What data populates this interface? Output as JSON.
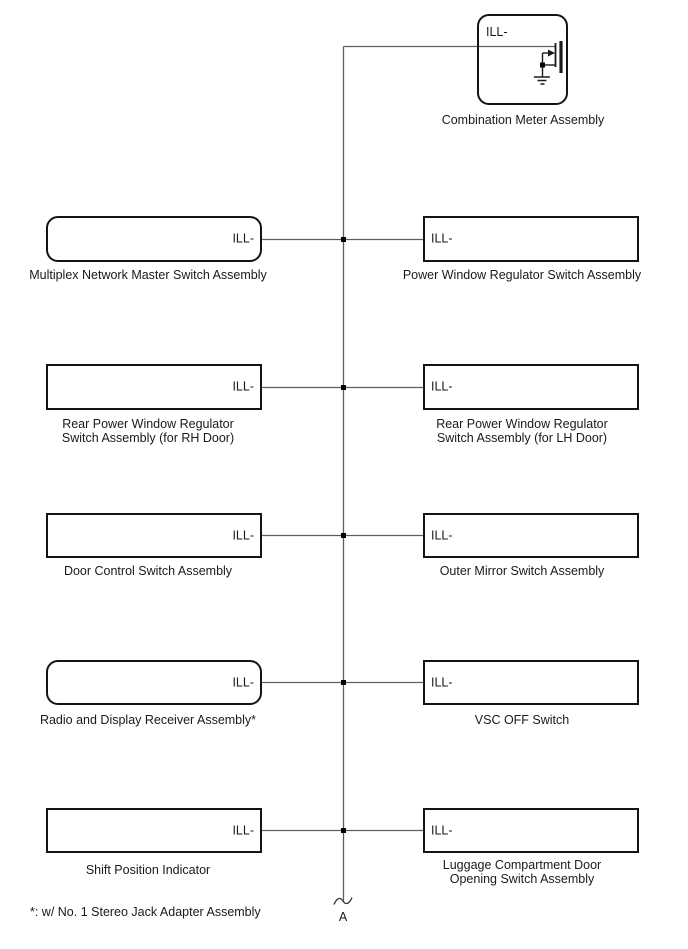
{
  "diagram": {
    "footnote": "*: w/ No. 1 Stereo Jack Adapter Assembly",
    "connector": {
      "label": "A"
    },
    "top_node": {
      "pin": "ILL-",
      "caption": "Combination Meter Assembly"
    },
    "left_nodes": [
      {
        "pin": "ILL-",
        "caption_lines": [
          "Multiplex Network Master Switch Assembly"
        ]
      },
      {
        "pin": "ILL-",
        "caption_lines": [
          "Rear Power Window Regulator",
          "Switch Assembly (for RH Door)"
        ]
      },
      {
        "pin": "ILL-",
        "caption_lines": [
          "Door Control Switch Assembly"
        ]
      },
      {
        "pin": "ILL-",
        "caption_lines": [
          "Radio and Display Receiver Assembly*"
        ]
      },
      {
        "pin": "ILL-",
        "caption_lines": [
          "Shift Position Indicator"
        ]
      }
    ],
    "right_nodes": [
      {
        "pin": "ILL-",
        "caption_lines": [
          "Power Window Regulator Switch Assembly"
        ]
      },
      {
        "pin": "ILL-",
        "caption_lines": [
          "Rear Power Window Regulator",
          "Switch Assembly (for LH Door)"
        ]
      },
      {
        "pin": "ILL-",
        "caption_lines": [
          "Outer Mirror Switch Assembly"
        ]
      },
      {
        "pin": "ILL-",
        "caption_lines": [
          "VSC OFF Switch"
        ]
      },
      {
        "pin": "ILL-",
        "caption_lines": [
          "Luggage Compartment Door",
          "Opening Switch Assembly"
        ]
      }
    ],
    "colors": {
      "background": "#ffffff",
      "box_border": "#141414",
      "wire": "#5f5f5f",
      "text": "#1a1a1a"
    }
  }
}
